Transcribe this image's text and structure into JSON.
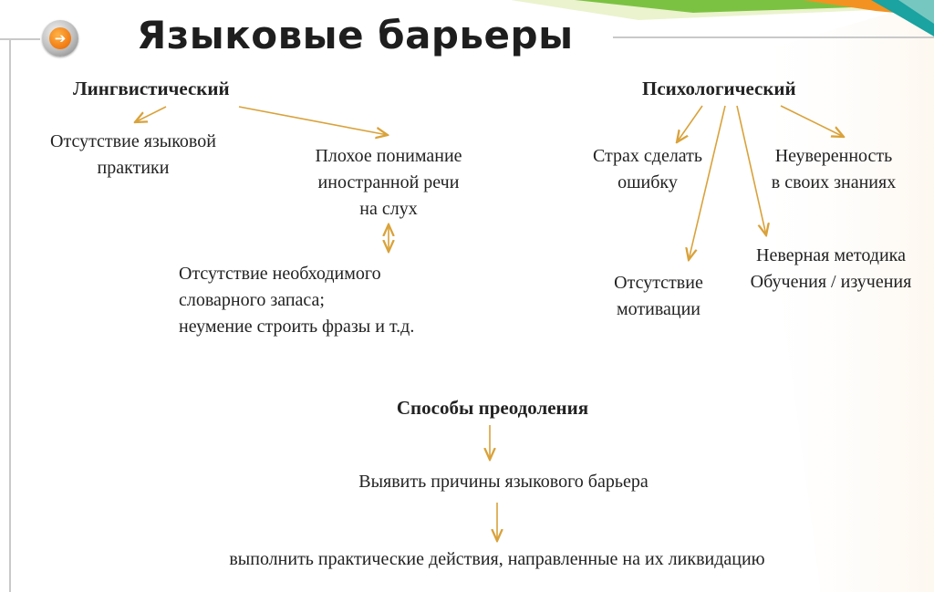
{
  "title": "Языковые барьеры",
  "icons": {
    "bullet": "arrow-right-icon"
  },
  "colors": {
    "arrow": "#d9a23a",
    "stripe_green": "#7cc242",
    "stripe_orange": "#f39220",
    "stripe_teal": "#1aa3a0",
    "frame": "#c9c9c9"
  },
  "linguistic": {
    "heading": "Лингвистический",
    "no_practice": [
      "Отсутствие языковой",
      "практики"
    ],
    "poor_listening": [
      "Плохое понимание",
      "иностранной речи",
      "на слух"
    ],
    "vocabulary": [
      "Отсутствие необходимого",
      "словарного запаса;",
      "неумение строить фразы и т.д."
    ]
  },
  "psychological": {
    "heading": "Психологический",
    "fear": [
      "Страх сделать",
      "ошибку"
    ],
    "uncertainty": [
      "Неуверенность",
      "в своих знаниях"
    ],
    "method": [
      "Неверная методика",
      "Обучения / изучения"
    ],
    "motivation": [
      "Отсутствие",
      "мотивации"
    ]
  },
  "overcome": {
    "heading": "Способы преодоления",
    "step1": "Выявить причины языкового барьера",
    "step2": "выполнить практические действия, направленные на их ликвидацию"
  }
}
